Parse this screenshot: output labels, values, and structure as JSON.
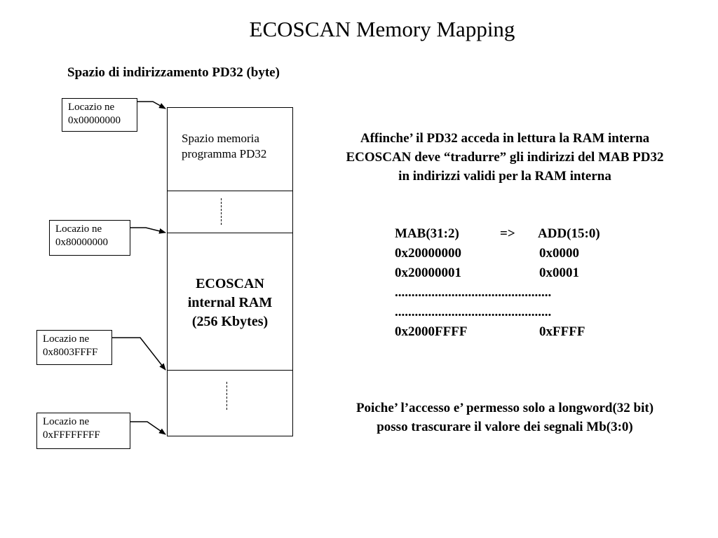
{
  "title": "ECOSCAN Memory Mapping",
  "subtitle": "Spazio di indirizzamento PD32 (byte)",
  "locations": [
    {
      "line1": "Locazio ne",
      "line2": "0x00000000"
    },
    {
      "line1": "Locazio ne",
      "line2": "0x80000000"
    },
    {
      "line1": "Locazio ne",
      "line2": "0x8003FFFF"
    },
    {
      "line1": "Locazio ne",
      "line2": "0xFFFFFFFF"
    }
  ],
  "memory": {
    "program_line1": "Spazio memoria",
    "program_line2": "programma PD32",
    "ram_line1": "ECOSCAN",
    "ram_line2": "internal RAM",
    "ram_line3": "(256 Kbytes)"
  },
  "explanation": {
    "line1": "Affinche’ il PD32 acceda in lettura la RAM interna",
    "line2": "ECOSCAN deve “tradurre” gli indirizzi del MAB PD32",
    "line3": "in indirizzi validi per la RAM interna"
  },
  "mapping": {
    "header_left": "MAB(31:2)",
    "header_arrow": "=>",
    "header_right": "ADD(15:0)",
    "rows": [
      {
        "mab": "0x20000000",
        "add": "0x0000"
      },
      {
        "mab": "0x20000001",
        "add": "0x0001"
      },
      {
        "mab": "0x2000FFFF",
        "add": "0xFFFF"
      }
    ],
    "ellipsis": "..............................................."
  },
  "note": {
    "line1": "Poiche’ l’accesso e’ permesso solo a longword(32 bit)",
    "line2": "posso trascurare il valore dei segnali Mb(3:0)"
  }
}
